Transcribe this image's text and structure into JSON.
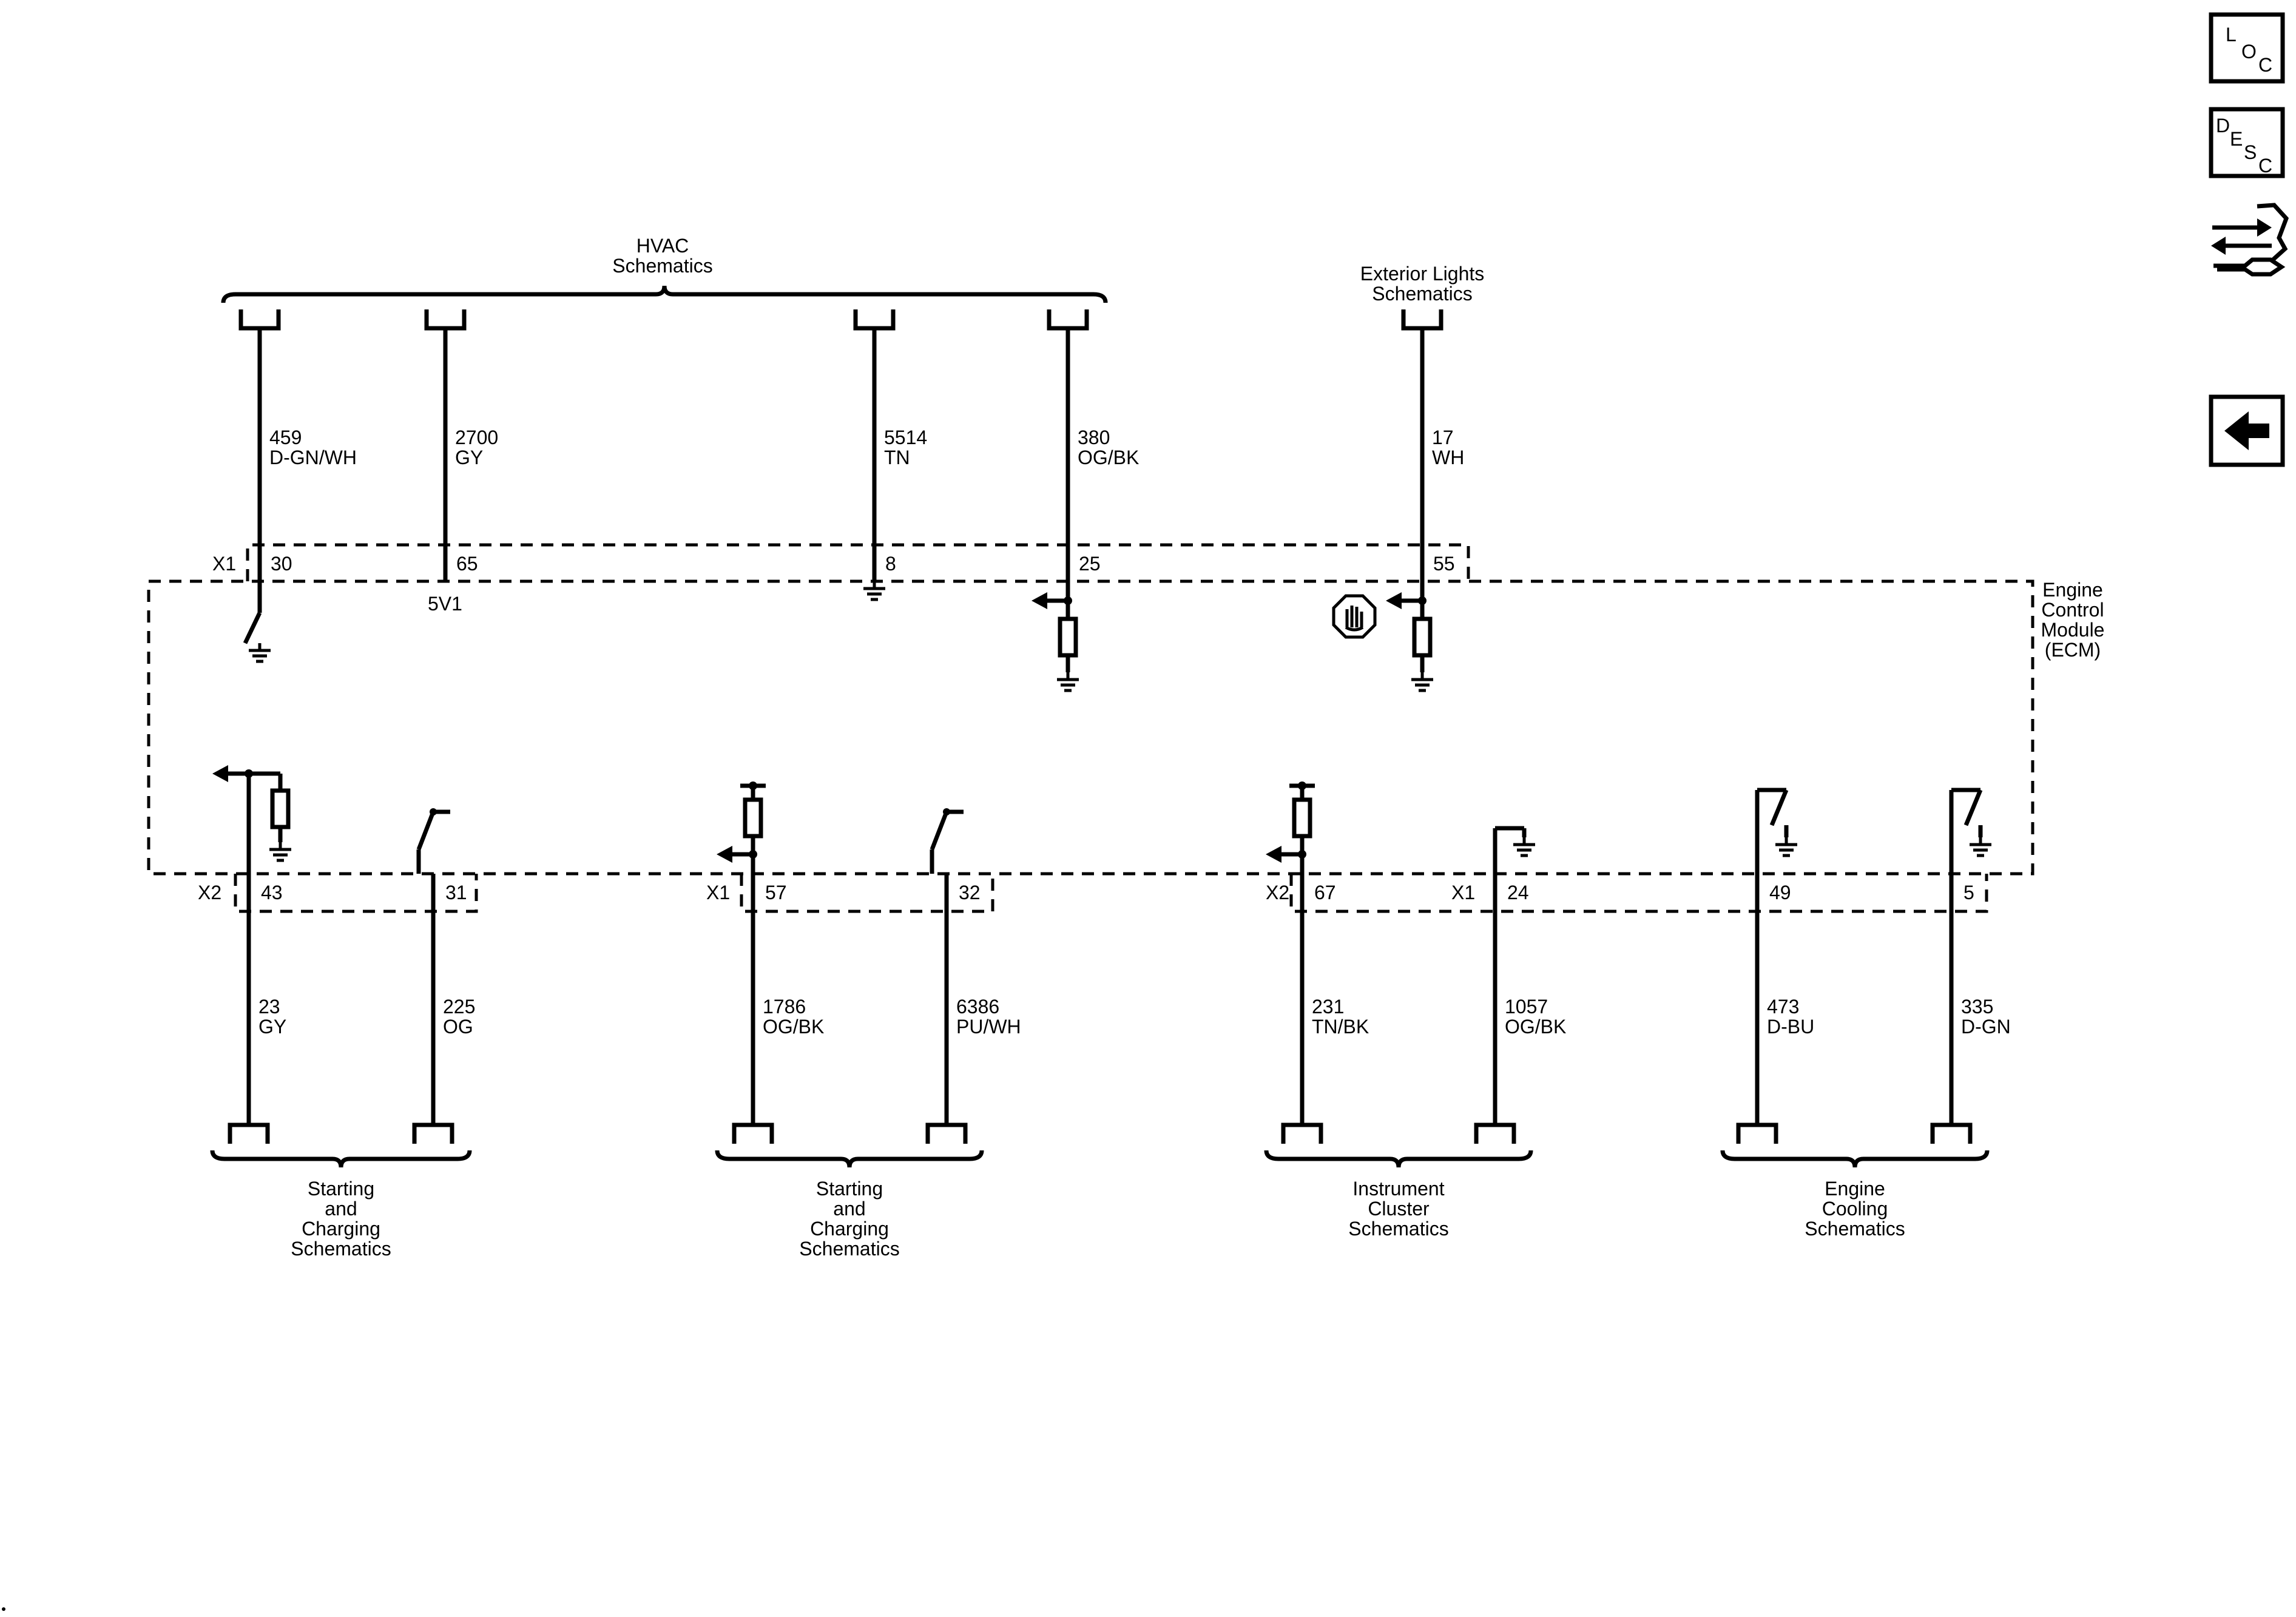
{
  "groups": {
    "hvac": [
      "HVAC",
      "Schematics"
    ],
    "exterior": [
      "Exterior Lights",
      "Schematics"
    ],
    "start1": [
      "Starting",
      "and",
      "Charging",
      "Schematics"
    ],
    "start2": [
      "Starting",
      "and",
      "Charging",
      "Schematics"
    ],
    "cluster": [
      "Instrument",
      "Cluster",
      "Schematics"
    ],
    "cooling": [
      "Engine",
      "Cooling",
      "Schematics"
    ]
  },
  "module": [
    "Engine",
    "Control",
    "Module",
    "(ECM)"
  ],
  "connectors": {
    "top": "X1",
    "x2_left": "X2",
    "x1_mid": "X1",
    "x2_mid": "X2",
    "x1_right": "X1"
  },
  "top_circuits": [
    {
      "id": "c459",
      "circuit": "459",
      "color": "D-GN/WH",
      "pin": "30"
    },
    {
      "id": "c2700",
      "circuit": "2700",
      "color": "GY",
      "pin": "65",
      "note": "5V1"
    },
    {
      "id": "c5514",
      "circuit": "5514",
      "color": "TN",
      "pin": "8"
    },
    {
      "id": "c380",
      "circuit": "380",
      "color": "OG/BK",
      "pin": "25"
    },
    {
      "id": "c17",
      "circuit": "17",
      "color": "WH",
      "pin": "55"
    }
  ],
  "bottom_circuits": [
    {
      "id": "c23",
      "circuit": "23",
      "color": "GY",
      "pin": "43"
    },
    {
      "id": "c225",
      "circuit": "225",
      "color": "OG",
      "pin": "31"
    },
    {
      "id": "c1786",
      "circuit": "1786",
      "color": "OG/BK",
      "pin": "57"
    },
    {
      "id": "c6386",
      "circuit": "6386",
      "color": "PU/WH",
      "pin": "32"
    },
    {
      "id": "c231",
      "circuit": "231",
      "color": "TN/BK",
      "pin": "67"
    },
    {
      "id": "c1057",
      "circuit": "1057",
      "color": "OG/BK",
      "pin": "24"
    },
    {
      "id": "c473",
      "circuit": "473",
      "color": "D-BU",
      "pin": "49"
    },
    {
      "id": "c335",
      "circuit": "335",
      "color": "D-GN",
      "pin": "5"
    }
  ],
  "nav": {
    "loc": {
      "letters": [
        "L",
        "O",
        "C"
      ],
      "icon": "location-icon"
    },
    "desc": {
      "letters": [
        "D",
        "E",
        "S",
        "C"
      ],
      "icon": "description-icon"
    },
    "connector": {
      "icon": "connector-wrench-icon"
    },
    "back": {
      "icon": "back-arrow-icon"
    }
  }
}
